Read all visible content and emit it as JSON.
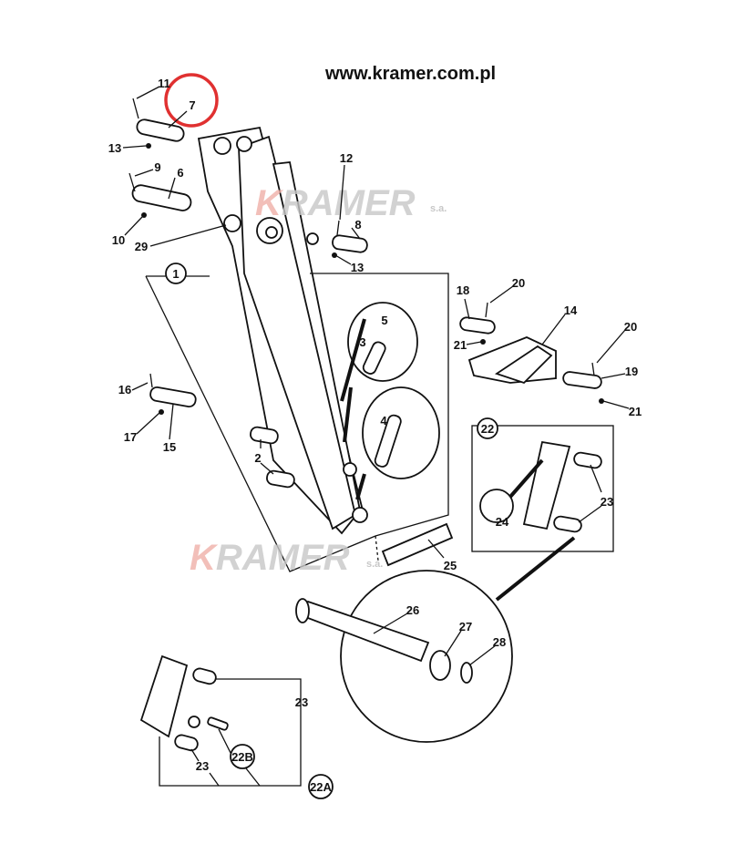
{
  "header": {
    "url": "www.kramer.com.pl"
  },
  "watermark": {
    "brand_k": "K",
    "brand_rest": "RAMER",
    "suffix": "s.a."
  },
  "highlight": {
    "color": "#e03030",
    "part": "7"
  },
  "callouts": {
    "c1": "1",
    "c22": "22",
    "c22a": "22A",
    "c22b": "22B"
  },
  "labels": {
    "p11": "11",
    "p7": "7",
    "p13a": "13",
    "p9": "9",
    "p6": "6",
    "p10": "10",
    "p29": "29",
    "p12": "12",
    "p8": "8",
    "p13b": "13",
    "p18": "18",
    "p20a": "20",
    "p5": "5",
    "p3": "3",
    "p14": "14",
    "p20b": "20",
    "p21a": "21",
    "p19": "19",
    "p21b": "21",
    "p16": "16",
    "p17": "17",
    "p15": "15",
    "p4": "4",
    "p2": "2",
    "p23a": "23",
    "p24": "24",
    "p25": "25",
    "p26": "26",
    "p27": "27",
    "p28": "28",
    "p23b": "23",
    "p23c": "23"
  }
}
